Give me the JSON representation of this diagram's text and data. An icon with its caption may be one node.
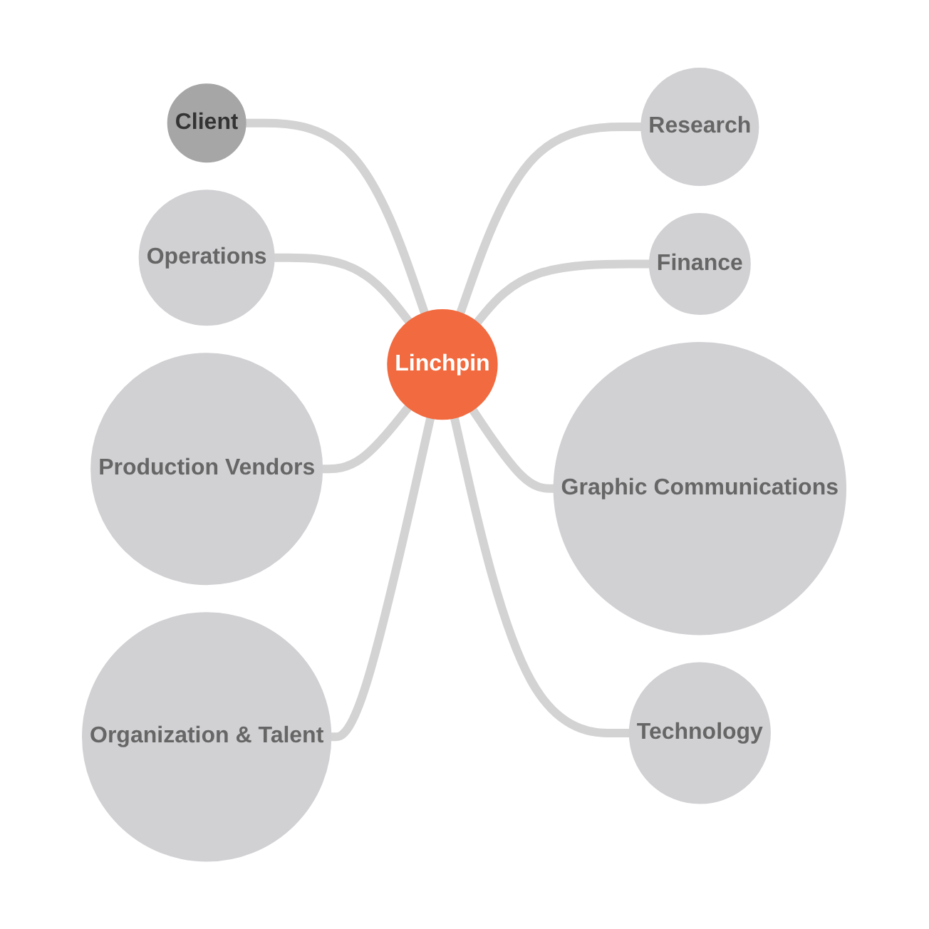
{
  "diagram": {
    "nodes": [
      {
        "text": [
          "Client"
        ]
      },
      {
        "text": [
          "Operations"
        ]
      },
      {
        "text": [
          "Research"
        ]
      },
      {
        "text": [
          "Production Vendors"
        ]
      },
      {
        "text": [
          "Linchpin"
        ]
      },
      {
        "text": [
          "Finance"
        ]
      },
      {
        "text": [
          "Organization & Talent"
        ]
      },
      {
        "text": [
          "Graphic Communications"
        ]
      },
      {
        "text": [
          "Technology"
        ]
      }
    ],
    "edges": [
      {
        "from": 0,
        "to": 4,
        "arrow": "none"
      },
      {
        "from": 1,
        "to": 4,
        "arrow": "none"
      },
      {
        "from": 3,
        "to": 4,
        "arrow": "none"
      },
      {
        "from": 6,
        "to": 4,
        "arrow": "none"
      },
      {
        "from": 4,
        "to": 2,
        "arrow": "none"
      },
      {
        "from": 4,
        "to": 5,
        "arrow": "none"
      },
      {
        "from": 4,
        "to": 7,
        "arrow": "none"
      },
      {
        "from": 4,
        "to": 8,
        "arrow": "none"
      }
    ]
  }
}
